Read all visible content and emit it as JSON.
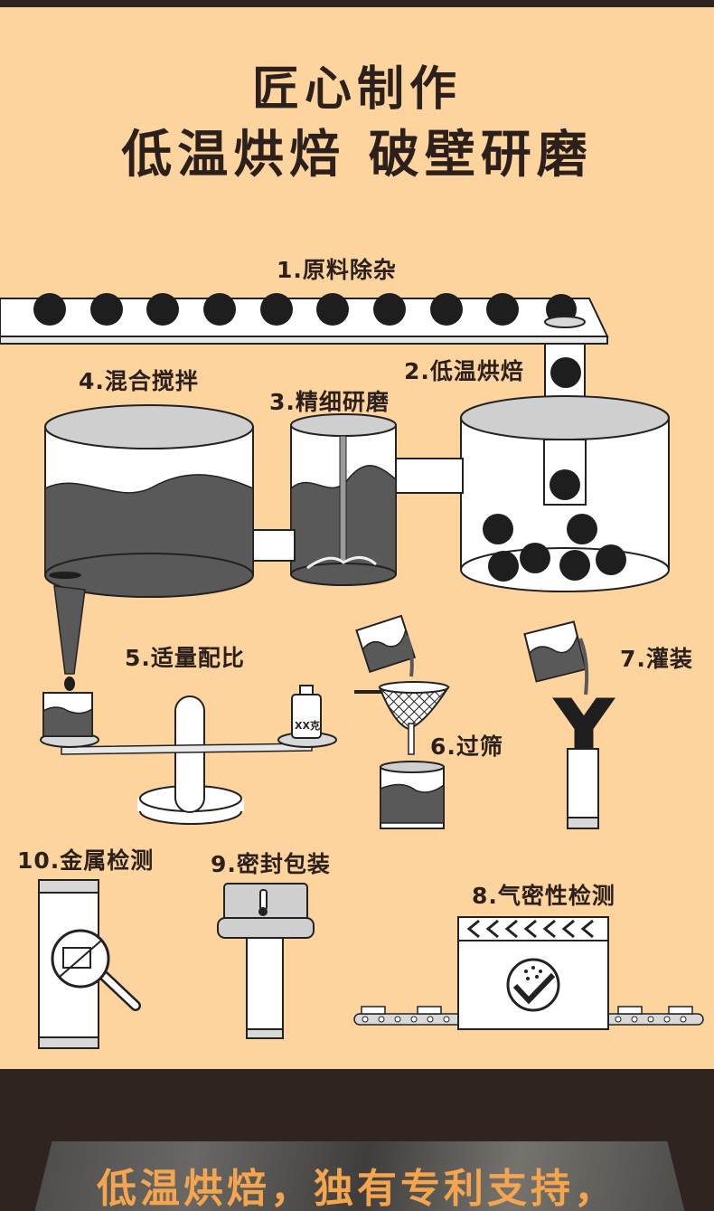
{
  "title": {
    "line1": "匠心制作",
    "line2": "低温烘焙  破壁研磨"
  },
  "steps": {
    "s1": "1.原料除杂",
    "s2": "2.低温烘焙",
    "s3": "3.精细研磨",
    "s4": "4.混合搅拌",
    "s5": "5.适量配比",
    "s6": "6.过筛",
    "s7": "7.灌装",
    "s8": "8.气密性检测",
    "s9": "9.密封包装",
    "s10": "10.金属检测"
  },
  "weight_label": "XX克",
  "banner": "低温烘焙，独有专利支持，",
  "icons": {
    "s1": "conveyor-beans-icon",
    "s2": "roasting-drum-icon",
    "s3": "grinder-icon",
    "s4": "mixing-tank-icon",
    "s5": "balance-scale-icon",
    "s6": "sieve-icon",
    "s7": "filling-funnel-icon",
    "s8": "airtight-tester-icon",
    "s9": "heat-sealer-icon",
    "s10": "metal-detector-icon"
  },
  "colors": {
    "background": "#fdd39e",
    "dark": "#2e231f",
    "accent": "#f4a54e",
    "liquid": "#595959"
  }
}
